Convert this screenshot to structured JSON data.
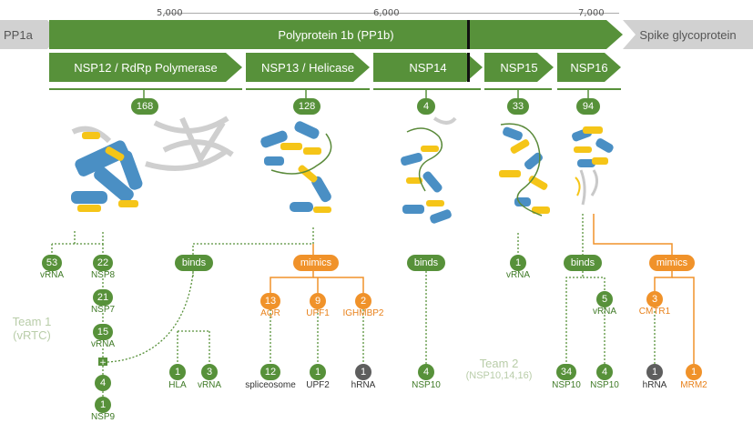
{
  "ruler": {
    "ticks": [
      "5,000",
      "6,000",
      "7,000"
    ]
  },
  "row1": {
    "left": "PP1a",
    "center": "Polyprotein 1b (PP1b)",
    "right": "Spike glycoprotein"
  },
  "row2": [
    {
      "label": "NSP12 / RdRp Polymerase"
    },
    {
      "label": "NSP13 / Helicase"
    },
    {
      "label": "NSP14"
    },
    {
      "label": "NSP15"
    },
    {
      "label": "NSP16"
    }
  ],
  "structure_counts": [
    "168",
    "128",
    "4",
    "33",
    "94"
  ],
  "nsp12_chain": [
    {
      "count": "53",
      "label": "vRNA"
    },
    {
      "count": "22",
      "label": "NSP8"
    },
    {
      "count": "21",
      "label": "NSP7"
    },
    {
      "count": "15",
      "label": "vRNA"
    },
    {
      "count": "4",
      "label": ""
    },
    {
      "count": "1",
      "label": "NSP9"
    }
  ],
  "binds_label": "binds",
  "mimics_label": "mimics",
  "nsp13_binds": [
    {
      "count": "1",
      "label": "HLA"
    },
    {
      "count": "3",
      "label": "vRNA"
    }
  ],
  "nsp13_mimics": [
    {
      "count": "13",
      "label": "AQR"
    },
    {
      "count": "9",
      "label": "UPF1"
    },
    {
      "count": "2",
      "label": "IGHMBP2"
    }
  ],
  "nsp13_mimic_targets": [
    {
      "count": "12",
      "label": "spliceosome"
    },
    {
      "count": "1",
      "label": "UPF2"
    },
    {
      "count": "1",
      "label": "hRNA"
    }
  ],
  "nsp14_binds": {
    "count": "4",
    "label": "NSP10"
  },
  "nsp15_binds": {
    "count": "1",
    "label": "vRNA"
  },
  "nsp16_binds": [
    {
      "count": "34",
      "label": "NSP10"
    },
    {
      "count": "5",
      "label": "vRNA"
    },
    {
      "count": "4",
      "label": "NSP10"
    }
  ],
  "nsp16_mimics": [
    {
      "count": "3",
      "label": "CMTR1"
    },
    {
      "count": "1",
      "label": "hRNA"
    },
    {
      "count": "1",
      "label": "MRM2"
    }
  ],
  "team1": {
    "name": "Team 1",
    "sub": "(vRTC)"
  },
  "team2": {
    "name": "Team 2",
    "sub": "(NSP10,14,16)"
  },
  "colors": {
    "green": "#57913a",
    "orange": "#f0922a",
    "dark": "#5e5e5e",
    "gray": "#d1d1d1",
    "protein_blue": "#4a8fc4",
    "protein_yellow": "#f5c518"
  }
}
